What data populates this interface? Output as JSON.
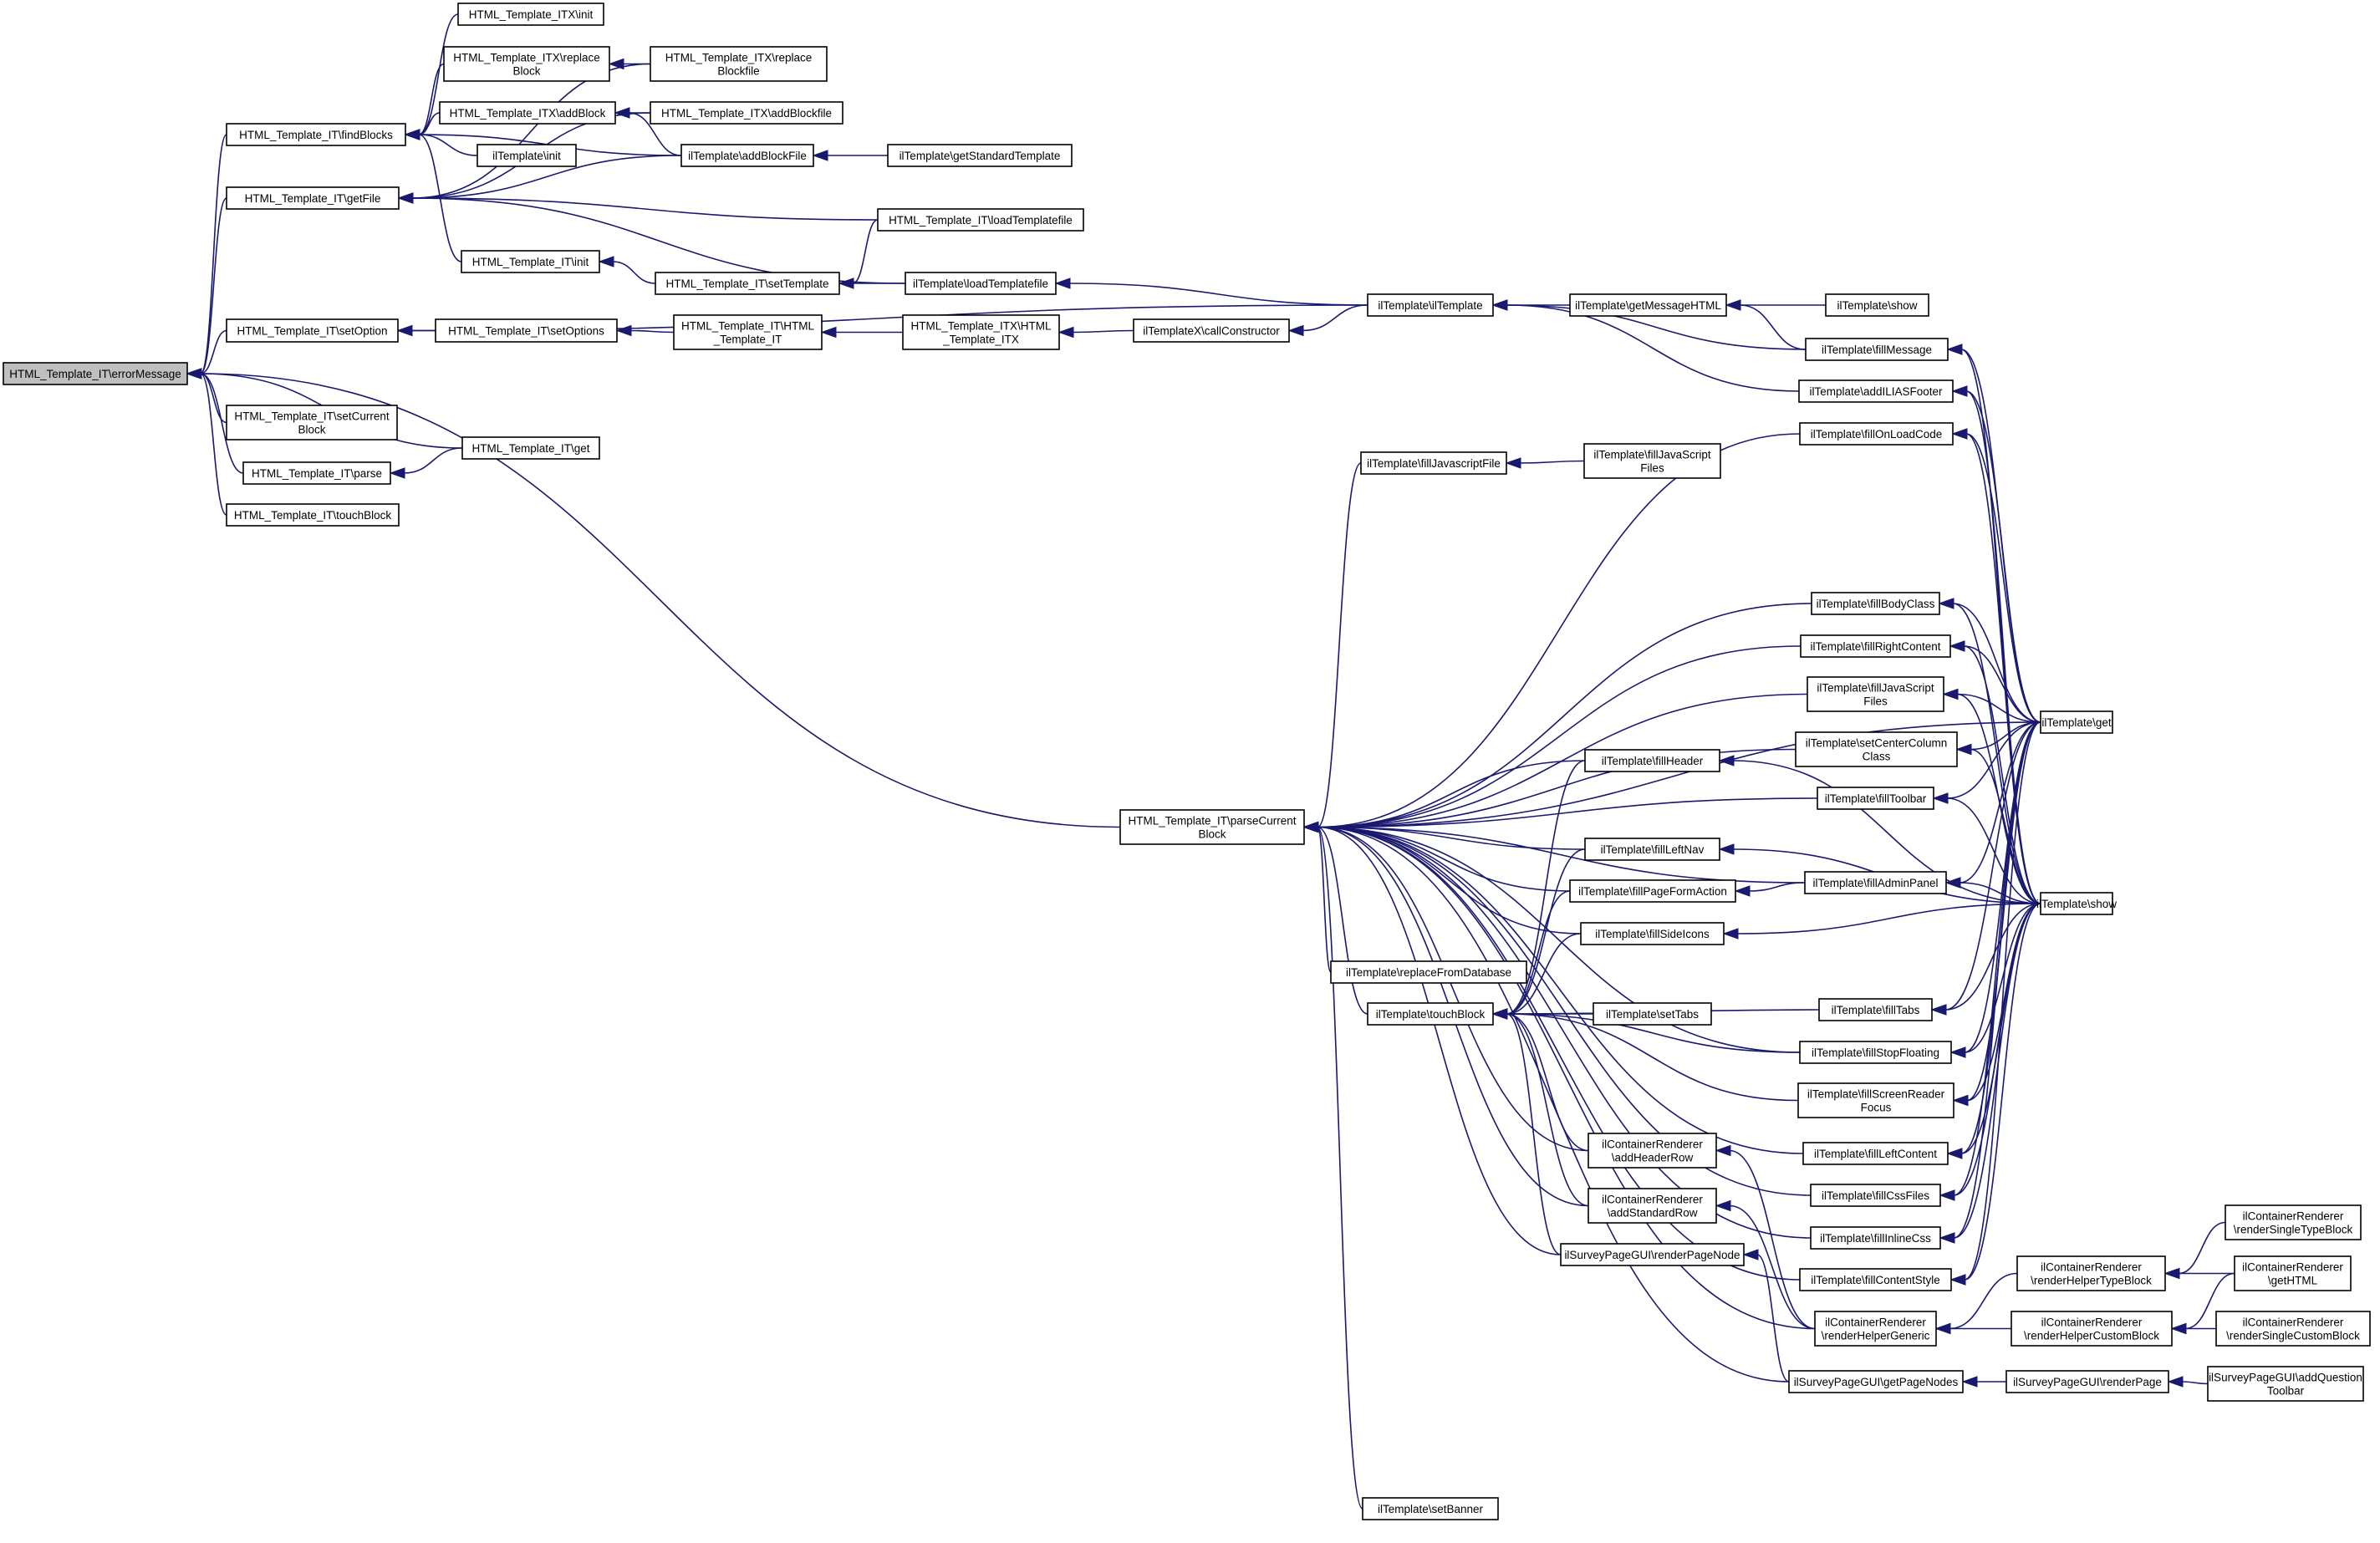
{
  "diagram": {
    "type": "call-graph",
    "colors": {
      "edge": "#191970",
      "node_border": "#000000",
      "node_fill": "#ffffff",
      "focus_fill": "#bfbfbf"
    },
    "nodes": [
      {
        "id": "errorMessage",
        "lines": [
          "HTML_Template_IT\\errorMessage"
        ],
        "focus": true
      },
      {
        "id": "findBlocks",
        "lines": [
          "HTML_Template_IT\\findBlocks"
        ]
      },
      {
        "id": "getFile",
        "lines": [
          "HTML_Template_IT\\getFile"
        ]
      },
      {
        "id": "setOption",
        "lines": [
          "HTML_Template_IT\\setOption"
        ]
      },
      {
        "id": "setCurrentBlock",
        "lines": [
          "HTML_Template_IT\\setCurrent",
          "Block"
        ]
      },
      {
        "id": "parse",
        "lines": [
          "HTML_Template_IT\\parse"
        ]
      },
      {
        "id": "touchBlockIT",
        "lines": [
          "HTML_Template_IT\\touchBlock"
        ]
      },
      {
        "id": "itxInit",
        "lines": [
          "HTML_Template_ITX\\init"
        ]
      },
      {
        "id": "itxReplaceBlock",
        "lines": [
          "HTML_Template_ITX\\replace",
          "Block"
        ]
      },
      {
        "id": "itxAddBlock",
        "lines": [
          "HTML_Template_ITX\\addBlock"
        ]
      },
      {
        "id": "ilInit",
        "lines": [
          "ilTemplate\\init"
        ]
      },
      {
        "id": "itInit",
        "lines": [
          "HTML_Template_IT\\init"
        ]
      },
      {
        "id": "setOptions",
        "lines": [
          "HTML_Template_IT\\setOptions"
        ]
      },
      {
        "id": "itGet",
        "lines": [
          "HTML_Template_IT\\get"
        ]
      },
      {
        "id": "itxReplaceBlockfile",
        "lines": [
          "HTML_Template_ITX\\replace",
          "Blockfile"
        ]
      },
      {
        "id": "itxAddBlockfile",
        "lines": [
          "HTML_Template_ITX\\addBlockfile"
        ]
      },
      {
        "id": "ilAddBlockFile",
        "lines": [
          "ilTemplate\\addBlockFile"
        ]
      },
      {
        "id": "ilGetStandardTemplate",
        "lines": [
          "ilTemplate\\getStandardTemplate"
        ]
      },
      {
        "id": "itLoadTemplatefile",
        "lines": [
          "HTML_Template_IT\\loadTemplatefile"
        ]
      },
      {
        "id": "itSetTemplate",
        "lines": [
          "HTML_Template_IT\\setTemplate"
        ]
      },
      {
        "id": "ilLoadTemplatefile",
        "lines": [
          "ilTemplate\\loadTemplatefile"
        ]
      },
      {
        "id": "itConstructor",
        "lines": [
          "HTML_Template_IT\\HTML",
          "_Template_IT"
        ]
      },
      {
        "id": "itxConstructor",
        "lines": [
          "HTML_Template_ITX\\HTML",
          "_Template_ITX"
        ]
      },
      {
        "id": "ilxCallConstructor",
        "lines": [
          "ilTemplateX\\callConstructor"
        ]
      },
      {
        "id": "ilTemplateCtor",
        "lines": [
          "ilTemplate\\ilTemplate"
        ]
      },
      {
        "id": "ilGetMessageHTML",
        "lines": [
          "ilTemplate\\getMessageHTML"
        ]
      },
      {
        "id": "ilShowTop",
        "lines": [
          "ilTemplate\\show"
        ]
      },
      {
        "id": "ilFillMessage",
        "lines": [
          "ilTemplate\\fillMessage"
        ]
      },
      {
        "id": "ilAddILIASFooter",
        "lines": [
          "ilTemplate\\addILIASFooter"
        ]
      },
      {
        "id": "parseCurrentBlock",
        "lines": [
          "HTML_Template_IT\\parseCurrent",
          "Block"
        ]
      },
      {
        "id": "ilFillJavascriptFile",
        "lines": [
          "ilTemplate\\fillJavascriptFile"
        ]
      },
      {
        "id": "ilFillJavaScriptFilesA",
        "lines": [
          "ilTemplate\\fillJavaScript",
          "Files"
        ]
      },
      {
        "id": "ilFillOnLoadCode",
        "lines": [
          "ilTemplate\\fillOnLoadCode"
        ]
      },
      {
        "id": "ilFillBodyClass",
        "lines": [
          "ilTemplate\\fillBodyClass"
        ]
      },
      {
        "id": "ilFillRightContent",
        "lines": [
          "ilTemplate\\fillRightContent"
        ]
      },
      {
        "id": "ilFillJavaScriptFilesB",
        "lines": [
          "ilTemplate\\fillJavaScript",
          "Files"
        ]
      },
      {
        "id": "ilSetCenterColumnClass",
        "lines": [
          "ilTemplate\\setCenterColumn",
          "Class"
        ]
      },
      {
        "id": "ilFillToolbar",
        "lines": [
          "ilTemplate\\fillToolbar"
        ]
      },
      {
        "id": "ilFillHeader",
        "lines": [
          "ilTemplate\\fillHeader"
        ]
      },
      {
        "id": "ilFillLeftNav",
        "lines": [
          "ilTemplate\\fillLeftNav"
        ]
      },
      {
        "id": "ilFillPageFormAction",
        "lines": [
          "ilTemplate\\fillPageFormAction"
        ]
      },
      {
        "id": "ilFillAdminPanel",
        "lines": [
          "ilTemplate\\fillAdminPanel"
        ]
      },
      {
        "id": "ilFillSideIcons",
        "lines": [
          "ilTemplate\\fillSideIcons"
        ]
      },
      {
        "id": "ilReplaceFromDatabase",
        "lines": [
          "ilTemplate\\replaceFromDatabase"
        ]
      },
      {
        "id": "ilTouchBlock",
        "lines": [
          "ilTemplate\\touchBlock"
        ]
      },
      {
        "id": "ilSetTabs",
        "lines": [
          "ilTemplate\\setTabs"
        ]
      },
      {
        "id": "ilFillTabs",
        "lines": [
          "ilTemplate\\fillTabs"
        ]
      },
      {
        "id": "ilFillStopFloating",
        "lines": [
          "ilTemplate\\fillStopFloating"
        ]
      },
      {
        "id": "ilFillScreenReaderFocus",
        "lines": [
          "ilTemplate\\fillScreenReader",
          "Focus"
        ]
      },
      {
        "id": "ilGet",
        "lines": [
          "ilTemplate\\get"
        ]
      },
      {
        "id": "ilShow",
        "lines": [
          "ilTemplate\\show"
        ]
      },
      {
        "id": "crAddHeaderRow",
        "lines": [
          "ilContainerRenderer",
          "\\addHeaderRow"
        ]
      },
      {
        "id": "crAddStandardRow",
        "lines": [
          "ilContainerRenderer",
          "\\addStandardRow"
        ]
      },
      {
        "id": "spRenderPageNode",
        "lines": [
          "ilSurveyPageGUI\\renderPageNode"
        ]
      },
      {
        "id": "ilFillLeftContent",
        "lines": [
          "ilTemplate\\fillLeftContent"
        ]
      },
      {
        "id": "ilFillCssFiles",
        "lines": [
          "ilTemplate\\fillCssFiles"
        ]
      },
      {
        "id": "ilFillInlineCss",
        "lines": [
          "ilTemplate\\fillInlineCss"
        ]
      },
      {
        "id": "ilFillContentStyle",
        "lines": [
          "ilTemplate\\fillContentStyle"
        ]
      },
      {
        "id": "crRenderHelperGeneric",
        "lines": [
          "ilContainerRenderer",
          "\\renderHelperGeneric"
        ]
      },
      {
        "id": "crRenderHelperTypeBlock",
        "lines": [
          "ilContainerRenderer",
          "\\renderHelperTypeBlock"
        ]
      },
      {
        "id": "crRenderHelperCustomBlock",
        "lines": [
          "ilContainerRenderer",
          "\\renderHelperCustomBlock"
        ]
      },
      {
        "id": "crRenderSingleTypeBlock",
        "lines": [
          "ilContainerRenderer",
          "\\renderSingleTypeBlock"
        ]
      },
      {
        "id": "crGetHTML",
        "lines": [
          "ilContainerRenderer",
          "\\getHTML"
        ]
      },
      {
        "id": "crRenderSingleCustomBlock",
        "lines": [
          "ilContainerRenderer",
          "\\renderSingleCustomBlock"
        ]
      },
      {
        "id": "spGetPageNodes",
        "lines": [
          "ilSurveyPageGUI\\getPageNodes"
        ]
      },
      {
        "id": "spRenderPage",
        "lines": [
          "ilSurveyPageGUI\\renderPage"
        ]
      },
      {
        "id": "spAddQuestionToolbar",
        "lines": [
          "ilSurveyPageGUI\\addQuestion",
          "Toolbar"
        ]
      },
      {
        "id": "ilSetBanner",
        "lines": [
          "ilTemplate\\setBanner"
        ]
      }
    ],
    "edges": [
      [
        "findBlocks",
        "errorMessage"
      ],
      [
        "getFile",
        "errorMessage"
      ],
      [
        "setOption",
        "errorMessage"
      ],
      [
        "setCurrentBlock",
        "errorMessage"
      ],
      [
        "parse",
        "errorMessage"
      ],
      [
        "touchBlockIT",
        "errorMessage"
      ],
      [
        "itGet",
        "errorMessage"
      ],
      [
        "parseCurrentBlock",
        "errorMessage"
      ],
      [
        "itxInit",
        "findBlocks"
      ],
      [
        "itxReplaceBlock",
        "findBlocks"
      ],
      [
        "itxAddBlock",
        "findBlocks"
      ],
      [
        "ilInit",
        "findBlocks"
      ],
      [
        "itInit",
        "findBlocks"
      ],
      [
        "ilAddBlockFile",
        "findBlocks"
      ],
      [
        "itxReplaceBlockfile",
        "getFile"
      ],
      [
        "itxAddBlockfile",
        "getFile"
      ],
      [
        "ilAddBlockFile",
        "getFile"
      ],
      [
        "itLoadTemplatefile",
        "getFile"
      ],
      [
        "ilLoadTemplatefile",
        "getFile"
      ],
      [
        "setOptions",
        "setOption"
      ],
      [
        "ilTemplateCtor",
        "setOption"
      ],
      [
        "itGet",
        "parse"
      ],
      [
        "itxReplaceBlockfile",
        "itxReplaceBlock"
      ],
      [
        "itxAddBlockfile",
        "itxAddBlock"
      ],
      [
        "ilAddBlockFile",
        "itxAddBlock"
      ],
      [
        "ilGetStandardTemplate",
        "ilAddBlockFile"
      ],
      [
        "itSetTemplate",
        "itInit"
      ],
      [
        "itLoadTemplatefile",
        "itSetTemplate"
      ],
      [
        "ilLoadTemplatefile",
        "itSetTemplate"
      ],
      [
        "ilTemplateCtor",
        "ilLoadTemplatefile"
      ],
      [
        "itConstructor",
        "setOptions"
      ],
      [
        "itxConstructor",
        "itConstructor"
      ],
      [
        "ilxCallConstructor",
        "itxConstructor"
      ],
      [
        "ilTemplateCtor",
        "ilxCallConstructor"
      ],
      [
        "ilGetMessageHTML",
        "ilTemplateCtor"
      ],
      [
        "ilFillMessage",
        "ilTemplateCtor"
      ],
      [
        "ilAddILIASFooter",
        "ilTemplateCtor"
      ],
      [
        "ilShowTop",
        "ilGetMessageHTML"
      ],
      [
        "ilFillMessage",
        "ilGetMessageHTML"
      ],
      [
        "ilGet",
        "ilFillMessage"
      ],
      [
        "ilShow",
        "ilFillMessage"
      ],
      [
        "ilGet",
        "ilAddILIASFooter"
      ],
      [
        "ilShow",
        "ilAddILIASFooter"
      ],
      [
        "ilGet",
        "parseCurrentBlock"
      ],
      [
        "ilFillJavascriptFile",
        "parseCurrentBlock"
      ],
      [
        "ilFillOnLoadCode",
        "parseCurrentBlock"
      ],
      [
        "ilFillBodyClass",
        "parseCurrentBlock"
      ],
      [
        "ilFillRightContent",
        "parseCurrentBlock"
      ],
      [
        "ilFillJavaScriptFilesB",
        "parseCurrentBlock"
      ],
      [
        "ilSetCenterColumnClass",
        "parseCurrentBlock"
      ],
      [
        "ilFillToolbar",
        "parseCurrentBlock"
      ],
      [
        "ilFillHeader",
        "parseCurrentBlock"
      ],
      [
        "ilFillLeftNav",
        "parseCurrentBlock"
      ],
      [
        "ilFillPageFormAction",
        "parseCurrentBlock"
      ],
      [
        "ilFillAdminPanel",
        "parseCurrentBlock"
      ],
      [
        "ilFillSideIcons",
        "parseCurrentBlock"
      ],
      [
        "ilReplaceFromDatabase",
        "parseCurrentBlock"
      ],
      [
        "ilTouchBlock",
        "parseCurrentBlock"
      ],
      [
        "ilFillStopFloating",
        "parseCurrentBlock"
      ],
      [
        "crAddHeaderRow",
        "parseCurrentBlock"
      ],
      [
        "crAddStandardRow",
        "parseCurrentBlock"
      ],
      [
        "spRenderPageNode",
        "parseCurrentBlock"
      ],
      [
        "ilFillLeftContent",
        "parseCurrentBlock"
      ],
      [
        "ilFillCssFiles",
        "parseCurrentBlock"
      ],
      [
        "ilFillInlineCss",
        "parseCurrentBlock"
      ],
      [
        "ilFillContentStyle",
        "parseCurrentBlock"
      ],
      [
        "crRenderHelperGeneric",
        "parseCurrentBlock"
      ],
      [
        "ilSetBanner",
        "parseCurrentBlock"
      ],
      [
        "spGetPageNodes",
        "parseCurrentBlock"
      ],
      [
        "ilFillJavaScriptFilesA",
        "ilFillJavascriptFile"
      ],
      [
        "ilGet",
        "ilFillOnLoadCode"
      ],
      [
        "ilShow",
        "ilFillOnLoadCode"
      ],
      [
        "ilGet",
        "ilFillBodyClass"
      ],
      [
        "ilShow",
        "ilFillBodyClass"
      ],
      [
        "ilGet",
        "ilFillRightContent"
      ],
      [
        "ilShow",
        "ilFillRightContent"
      ],
      [
        "ilGet",
        "ilFillJavaScriptFilesB"
      ],
      [
        "ilShow",
        "ilFillJavaScriptFilesB"
      ],
      [
        "ilGet",
        "ilSetCenterColumnClass"
      ],
      [
        "ilShow",
        "ilSetCenterColumnClass"
      ],
      [
        "ilGet",
        "ilFillToolbar"
      ],
      [
        "ilShow",
        "ilFillToolbar"
      ],
      [
        "ilShow",
        "ilFillHeader"
      ],
      [
        "ilShow",
        "ilFillLeftNav"
      ],
      [
        "ilFillAdminPanel",
        "ilFillPageFormAction"
      ],
      [
        "ilGet",
        "ilFillAdminPanel"
      ],
      [
        "ilShow",
        "ilFillAdminPanel"
      ],
      [
        "ilShow",
        "ilFillSideIcons"
      ],
      [
        "ilFillHeader",
        "ilTouchBlock"
      ],
      [
        "ilFillLeftNav",
        "ilTouchBlock"
      ],
      [
        "ilFillPageFormAction",
        "ilTouchBlock"
      ],
      [
        "ilFillSideIcons",
        "ilTouchBlock"
      ],
      [
        "ilSetTabs",
        "ilTouchBlock"
      ],
      [
        "ilFillTabs",
        "ilTouchBlock"
      ],
      [
        "ilFillStopFloating",
        "ilTouchBlock"
      ],
      [
        "ilFillScreenReaderFocus",
        "ilTouchBlock"
      ],
      [
        "crAddHeaderRow",
        "ilTouchBlock"
      ],
      [
        "crAddStandardRow",
        "ilTouchBlock"
      ],
      [
        "spRenderPageNode",
        "ilTouchBlock"
      ],
      [
        "ilGet",
        "ilFillTabs"
      ],
      [
        "ilShow",
        "ilFillTabs"
      ],
      [
        "ilGet",
        "ilFillStopFloating"
      ],
      [
        "ilShow",
        "ilFillStopFloating"
      ],
      [
        "ilGet",
        "ilFillScreenReaderFocus"
      ],
      [
        "ilShow",
        "ilFillScreenReaderFocus"
      ],
      [
        "crRenderHelperGeneric",
        "crAddHeaderRow"
      ],
      [
        "crRenderHelperGeneric",
        "crAddStandardRow"
      ],
      [
        "spGetPageNodes",
        "spRenderPageNode"
      ],
      [
        "ilGet",
        "ilFillLeftContent"
      ],
      [
        "ilShow",
        "ilFillLeftContent"
      ],
      [
        "ilGet",
        "ilFillCssFiles"
      ],
      [
        "ilShow",
        "ilFillCssFiles"
      ],
      [
        "ilGet",
        "ilFillInlineCss"
      ],
      [
        "ilShow",
        "ilFillInlineCss"
      ],
      [
        "ilGet",
        "ilFillContentStyle"
      ],
      [
        "ilShow",
        "ilFillContentStyle"
      ],
      [
        "crRenderHelperTypeBlock",
        "crRenderHelperGeneric"
      ],
      [
        "crRenderHelperCustomBlock",
        "crRenderHelperGeneric"
      ],
      [
        "crRenderSingleTypeBlock",
        "crRenderHelperTypeBlock"
      ],
      [
        "crGetHTML",
        "crRenderHelperTypeBlock"
      ],
      [
        "crGetHTML",
        "crRenderHelperCustomBlock"
      ],
      [
        "crRenderSingleCustomBlock",
        "crRenderHelperCustomBlock"
      ],
      [
        "spRenderPage",
        "spGetPageNodes"
      ],
      [
        "spAddQuestionToolbar",
        "spRenderPage"
      ]
    ]
  }
}
